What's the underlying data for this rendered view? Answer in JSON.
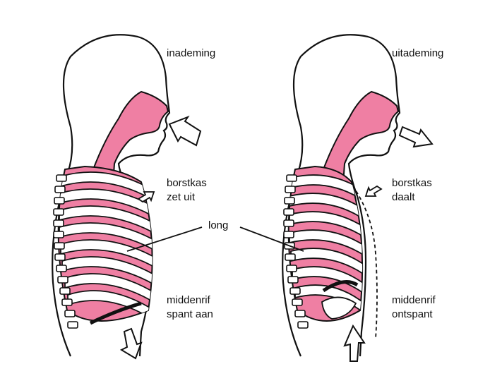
{
  "colors": {
    "tissue": "#ef7fa3",
    "outline": "#111111",
    "fill": "#ffffff"
  },
  "labels": {
    "left_title": "inademing",
    "right_title": "uitademing",
    "left_chest_line1": "borstkas",
    "left_chest_line2": "zet uit",
    "right_chest_line1": "borstkas",
    "right_chest_line2": "daalt",
    "lung": "long",
    "left_diaphragm_line1": "middenrif",
    "left_diaphragm_line2": "spant aan",
    "right_diaphragm_line1": "middenrif",
    "right_diaphragm_line2": "ontspant"
  },
  "icons": [
    "arrow-in-icon",
    "arrow-out-icon",
    "arrow-down-icon",
    "arrow-up-icon"
  ]
}
